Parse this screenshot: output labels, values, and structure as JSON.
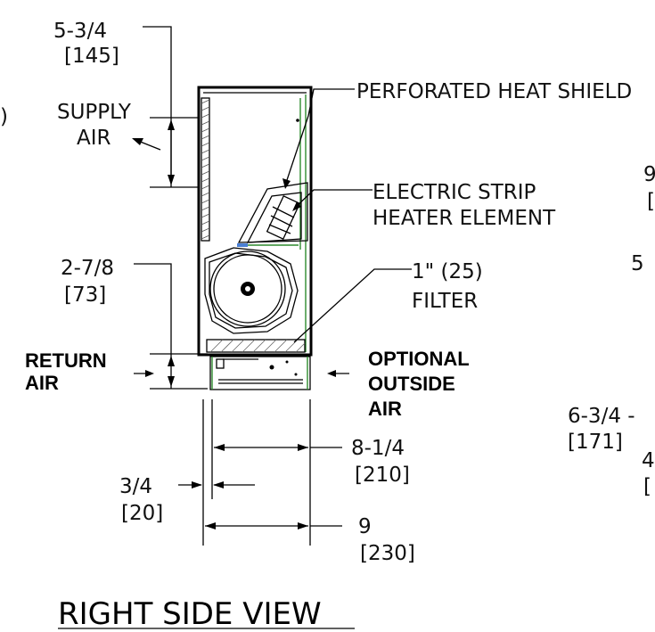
{
  "title": "RIGHT SIDE VIEW",
  "labels": {
    "supply_air_line1": "SUPPLY",
    "supply_air_line2": "AIR",
    "perforated_heat_shield": "PERFORATED HEAT SHIELD",
    "heater_line1": "ELECTRIC STRIP",
    "heater_line2": "HEATER ELEMENT",
    "filter_line1": "1\" (25)",
    "filter_line2": "FILTER",
    "return_air_line1": "RETURN",
    "return_air_line2": "AIR",
    "outside_air_line1": "OPTIONAL",
    "outside_air_line2": "OUTSIDE",
    "outside_air_line3": "AIR"
  },
  "dimensions": {
    "supply_height_in": "5-3/4",
    "supply_height_mm": "[145]",
    "return_height_in": "2-7/8",
    "return_height_mm": "[73]",
    "inner_width_in": "8-1/4",
    "inner_width_mm": "[210]",
    "offset_in": "3/4",
    "offset_mm": "[20]",
    "overall_width_in": "9",
    "overall_width_mm": "[230]"
  },
  "cut_off_text": {
    "left_edge": ")",
    "right_a": "9",
    "right_b": "[",
    "right_c": "5",
    "right_d": "6-3/4 -",
    "right_e": "[171]",
    "right_f": "4",
    "right_g": "["
  }
}
